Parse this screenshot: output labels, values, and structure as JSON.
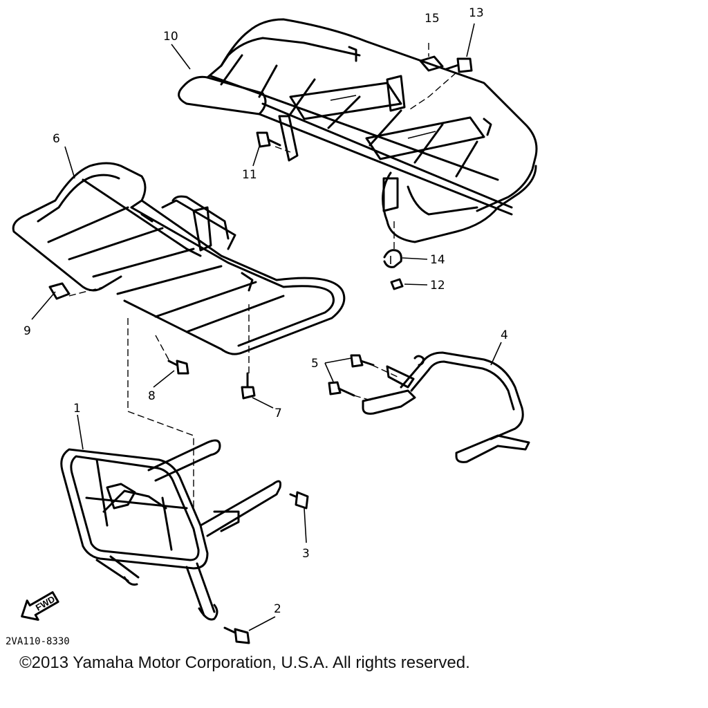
{
  "diagram": {
    "code": "2VA110-8330",
    "fwd": "FWD",
    "callouts": [
      "1",
      "2",
      "3",
      "4",
      "5",
      "6",
      "7",
      "8",
      "9",
      "10",
      "11",
      "12",
      "13",
      "14",
      "15"
    ]
  },
  "copyright": "©2013 Yamaha Motor Corporation, U.S.A. All rights reserved."
}
